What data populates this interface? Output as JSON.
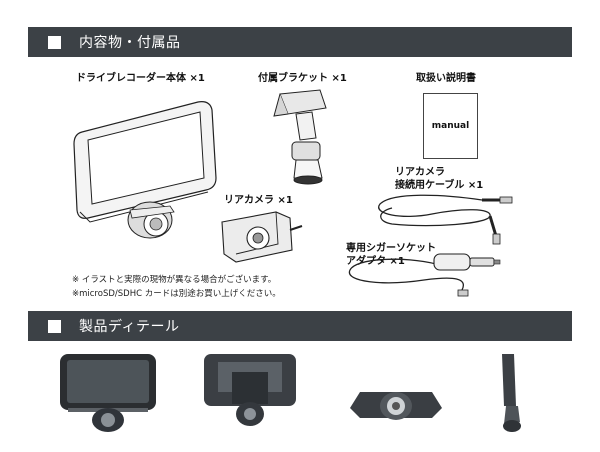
{
  "sections": {
    "contents_title": "内容物・付属品",
    "details_title": "製品ディテール"
  },
  "items": {
    "main_unit": "ドライブレコーダー本体 ×1",
    "bracket": "付属ブラケット ×1",
    "manual": "取扱い説明書",
    "manual_cover": "manual",
    "rear_camera": "リアカメラ ×1",
    "rear_cable_line1": "リアカメラ",
    "rear_cable_line2": "接続用ケーブル ×1",
    "adapter_line1": "専用シガーソケット",
    "adapter_line2": "アダプタ ×1"
  },
  "notes": {
    "note1": "※ イラストと実際の現物が異なる場合がございます。",
    "note2": "※microSD/SDHC カードは別途お買い上げください。"
  }
}
